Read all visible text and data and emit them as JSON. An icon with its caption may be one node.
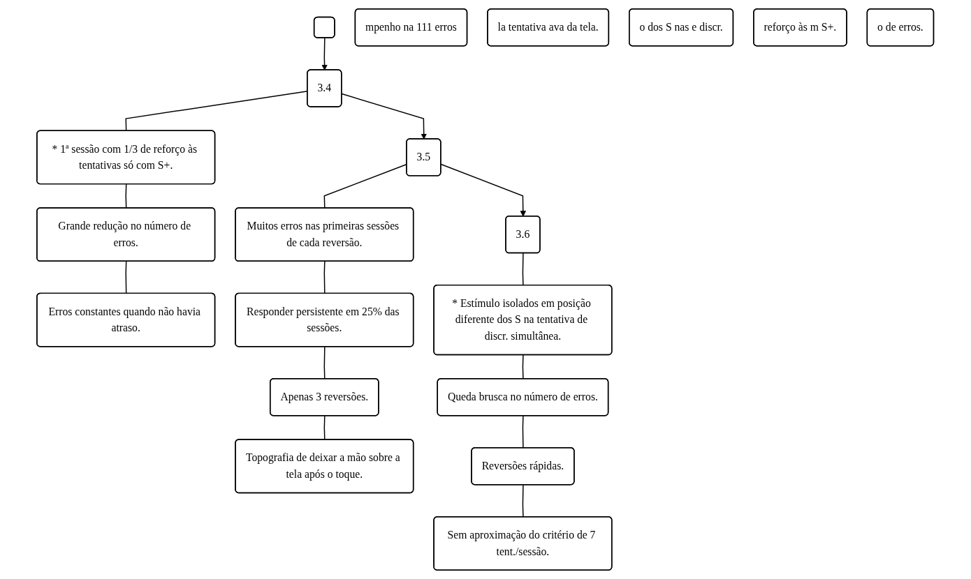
{
  "diagram": {
    "nodes": [
      {
        "text": [],
        "shape": "box"
      },
      {
        "text": [
          "mpenho na 111 erros"
        ]
      },
      {
        "text": [
          "la tentativa ava da tela."
        ]
      },
      {
        "text": [
          "o dos S nas e discr."
        ]
      },
      {
        "text": [
          "reforço às m S+."
        ]
      },
      {
        "text": [
          "o de erros."
        ]
      },
      {
        "text": [
          "3.4"
        ]
      },
      {
        "text": [
          "* 1ª sessão com 1/3 de reforço às tentativas só com S+."
        ]
      },
      {
        "text": [
          "Grande redução no número de erros."
        ]
      },
      {
        "text": [
          "Erros constantes quando não havia atraso."
        ]
      },
      {
        "text": [
          "3.5"
        ]
      },
      {
        "text": [
          "Muitos erros nas primeiras sessões de cada reversão."
        ]
      },
      {
        "text": [
          "Responder persistente em 25% das sessões."
        ]
      },
      {
        "text": [
          "Apenas 3 reversões."
        ]
      },
      {
        "text": [
          "Topografia de deixar a mão sobre a tela após o toque."
        ]
      },
      {
        "text": [
          "3.6"
        ]
      },
      {
        "text": [
          "* Estímulo isolados em posição diferente dos S na tentativa de discr. simultânea."
        ]
      },
      {
        "text": [
          "Queda brusca no número de erros."
        ]
      },
      {
        "text": [
          "Reversões rápidas."
        ]
      },
      {
        "text": [
          "Sem aproximação do critério de 7 tent./sessão."
        ]
      }
    ],
    "edges": [
      {
        "from": 0,
        "to": 6,
        "arrow": "to"
      },
      {
        "from": 6,
        "to": 10,
        "arrow": "to"
      },
      {
        "from": 10,
        "to": 15,
        "arrow": "to"
      },
      {
        "from": 6,
        "to": 7,
        "arrow": "none"
      },
      {
        "from": 7,
        "to": 8,
        "arrow": "none"
      },
      {
        "from": 8,
        "to": 9,
        "arrow": "none"
      },
      {
        "from": 10,
        "to": 11,
        "arrow": "none"
      },
      {
        "from": 11,
        "to": 12,
        "arrow": "none"
      },
      {
        "from": 12,
        "to": 13,
        "arrow": "none"
      },
      {
        "from": 13,
        "to": 14,
        "arrow": "none"
      },
      {
        "from": 15,
        "to": 16,
        "arrow": "none"
      },
      {
        "from": 16,
        "to": 17,
        "arrow": "none"
      },
      {
        "from": 17,
        "to": 18,
        "arrow": "none"
      },
      {
        "from": 18,
        "to": 19,
        "arrow": "none"
      }
    ]
  }
}
